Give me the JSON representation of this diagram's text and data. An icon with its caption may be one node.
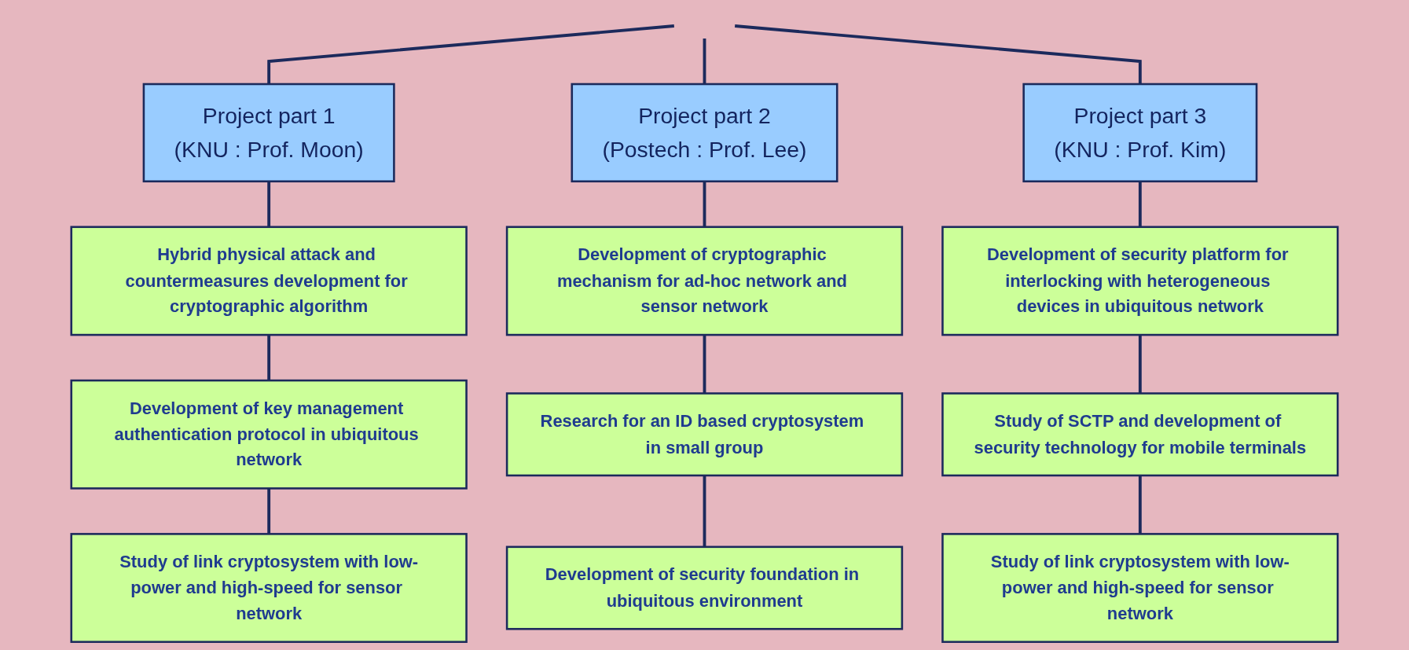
{
  "diagram": {
    "nodes": [
      {
        "text": [
          "Project part 1",
          "(KNU : Prof. Moon)"
        ]
      },
      {
        "text": [
          "Project part 2",
          "(Postech : Prof. Lee)"
        ]
      },
      {
        "text": [
          "Project part 3",
          "(KNU : Prof. Kim)"
        ]
      },
      {
        "text": [
          "Hybrid physical attack and countermeasures development for cryptographic algorithm"
        ]
      },
      {
        "text": [
          "Development of cryptographic mechanism for ad-hoc network and sensor network"
        ]
      },
      {
        "text": [
          "Development of security platform for interlocking with heterogeneous devices in ubiquitous network"
        ]
      },
      {
        "text": [
          "Development of key management authentication protocol in ubiquitous network"
        ]
      },
      {
        "text": [
          "Research for an ID based cryptosystem in small group"
        ]
      },
      {
        "text": [
          "Study of SCTP and development of security technology for mobile terminals"
        ]
      },
      {
        "text": [
          "Study of link cryptosystem with low-power and high-speed for sensor network"
        ]
      },
      {
        "text": [
          "Development of security foundation in ubiquitous environment"
        ]
      },
      {
        "text": [
          "Study of link cryptosystem with low-power and high-speed for sensor network"
        ]
      }
    ],
    "edges": [
      {
        "from": null,
        "to": 0,
        "arrow": "none"
      },
      {
        "from": null,
        "to": 1,
        "arrow": "none"
      },
      {
        "from": null,
        "to": 2,
        "arrow": "none"
      },
      {
        "from": 0,
        "to": 3,
        "arrow": "none"
      },
      {
        "from": 3,
        "to": 6,
        "arrow": "none"
      },
      {
        "from": 6,
        "to": 9,
        "arrow": "none"
      },
      {
        "from": 1,
        "to": 4,
        "arrow": "none"
      },
      {
        "from": 4,
        "to": 7,
        "arrow": "none"
      },
      {
        "from": 7,
        "to": 10,
        "arrow": "none"
      },
      {
        "from": 2,
        "to": 5,
        "arrow": "none"
      },
      {
        "from": 5,
        "to": 8,
        "arrow": "none"
      },
      {
        "from": 8,
        "to": 11,
        "arrow": "none"
      }
    ]
  }
}
